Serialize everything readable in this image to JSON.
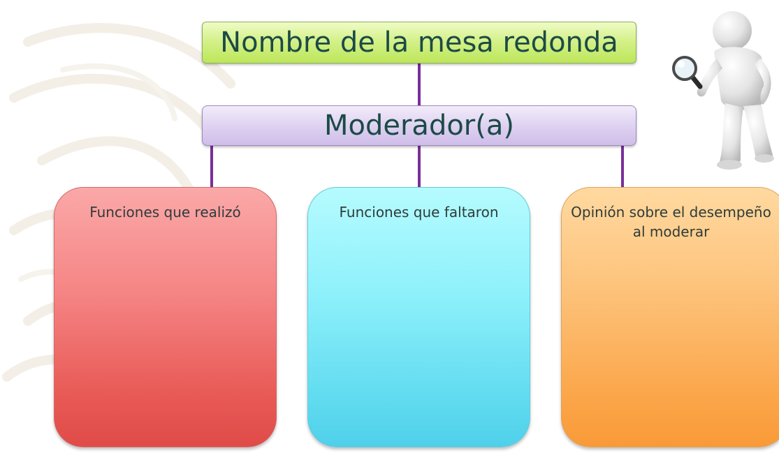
{
  "diagram": {
    "title": "Nombre de la mesa redonda",
    "moderator": "Moderador(a)",
    "cards": [
      {
        "label": "Funciones que realizó",
        "color": "#f07070"
      },
      {
        "label": "Funciones que faltaron",
        "color": "#7fe9f7"
      },
      {
        "label": "Opinión sobre el desempeño al moderar",
        "color": "#fcb45e"
      }
    ],
    "connector_color": "#7a2f98"
  },
  "decorations": {
    "figure_icon": "magnifier-person-icon",
    "background_icon": "ornamental-pattern-icon"
  }
}
